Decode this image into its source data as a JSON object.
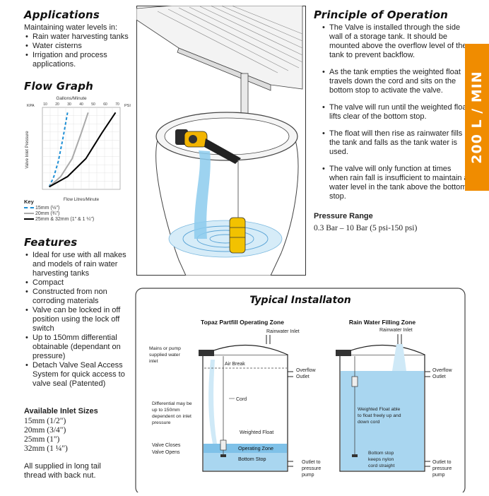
{
  "applications": {
    "heading": "Applications",
    "intro": "Maintaining water levels in:",
    "items": [
      "Rain water harvesting tanks",
      "Water cisterns",
      "Irrigation and process applications."
    ]
  },
  "flow_graph": {
    "heading": "Flow Graph",
    "top_axis_label": "Gallons/Minute",
    "top_ticks": [
      "10",
      "20",
      "30",
      "40",
      "50",
      "60",
      "70"
    ],
    "left_unit": "KPA",
    "right_unit": "PSI",
    "y_label": "Valve Inlet Pressure",
    "x_label": "Flow Litres/Minute",
    "key_title": "Key",
    "key_items": [
      "15mm (½\")",
      "20mm (¾\")",
      "25mm & 32mm (1\" & 1 ¼\")"
    ]
  },
  "chart_data": {
    "type": "line",
    "xlabel": "Flow Litres/Minute",
    "ylabel": "Valve Inlet Pressure",
    "series": [
      {
        "name": "15mm (½\")",
        "color": "#1e8fd5",
        "style": "dashed",
        "x": [
          30,
          50,
          70,
          90,
          110
        ],
        "y": [
          5,
          25,
          55,
          100,
          150
        ]
      },
      {
        "name": "20mm (¾\")",
        "color": "#aaaaaa",
        "style": "solid",
        "x": [
          30,
          80,
          130,
          170,
          200
        ],
        "y": [
          5,
          25,
          60,
          110,
          150
        ]
      },
      {
        "name": "25mm & 32mm (1\" & 1 ¼\")",
        "color": "#000000",
        "style": "solid",
        "x": [
          30,
          110,
          190,
          260,
          320
        ],
        "y": [
          5,
          25,
          60,
          110,
          150
        ]
      }
    ]
  },
  "features": {
    "heading": "Features",
    "items": [
      "Ideal for use with all makes and models of rain water harvesting tanks",
      "Compact",
      "Constructed from non corroding materials",
      "Valve can be locked in off position using the lock off switch",
      "Up to 150mm differential obtainable (dependant on pressure)",
      "Detach Valve Seal Access System for quick access to valve seal (Patented)"
    ]
  },
  "inlet_sizes": {
    "heading": "Available Inlet Sizes",
    "items": [
      "15mm (1/2\")",
      "20mm (3/4\")",
      "25mm (1\")",
      "32mm (1 ¼\")"
    ],
    "footer": "All supplied in long tail thread with back nut."
  },
  "principle": {
    "heading": "Principle of Operation",
    "items": [
      "The Valve is installed through the side wall of a storage tank. It should be mounted above the overflow level of the tank to prevent backflow.",
      "As the tank empties the weighted float travels down the cord and sits on the bottom stop to activate the valve.",
      "The valve will run until the weighted float lifts clear of the bottom stop.",
      "The float will then rise as rainwater fills the tank and falls as the tank water is used.",
      "The valve will only function at times when rain fall is insufficient to maintain a water level in the tank above the bottom stop."
    ]
  },
  "pressure": {
    "heading": "Pressure Range",
    "value": "0.3 Bar – 10 Bar (5 psi-150 psi)"
  },
  "side_tab": {
    "label": "200 L / MIN"
  },
  "installation": {
    "title": "Typical Installaton",
    "left_title": "Topaz Partfill Operating Zone",
    "right_title": "Rain Water Filling Zone",
    "labels": {
      "rainwater_inlet": "Rainwater Inlet",
      "mains_1": "Mains or pump",
      "mains_2": "supplied water",
      "mains_3": "inlet",
      "air_break": "Air Break",
      "overflow_1": "Overflow",
      "overflow_2": "Outlet",
      "cord": "Cord",
      "diff_1": "Differential may be",
      "diff_2": "up to 150mm",
      "diff_3": "dependent on inlet",
      "diff_4": "pressure",
      "weighted_float": "Weighted Float",
      "valve_closes": "Valve Closes",
      "valve_opens": "Valve Opens",
      "operating_zone": "Operating Zone",
      "bottom_stop": "Bottom Stop",
      "outlet_1": "Outlet to",
      "outlet_2": "pressure",
      "outlet_3": "pump",
      "wf_1": "Weighted Float able",
      "wf_2": "to float freely up and",
      "wf_3": "down cord",
      "bs_1": "Bottom stop",
      "bs_2": "keeps nylon",
      "bs_3": "cord straight"
    }
  },
  "colors": {
    "accent": "#f08c00",
    "water": "#bfe2f5",
    "water_dark": "#8ccbed",
    "float": "#f2c200"
  }
}
